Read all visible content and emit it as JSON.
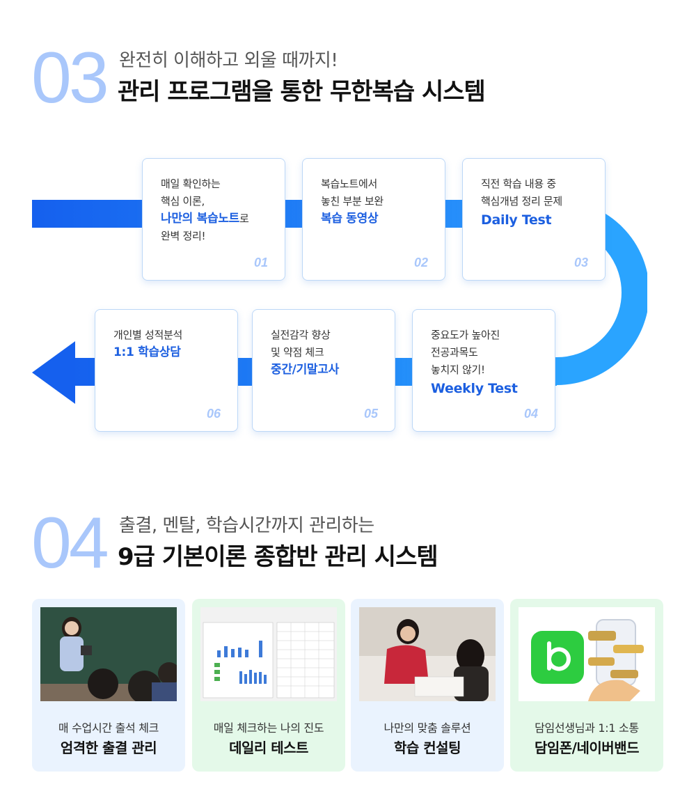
{
  "section03": {
    "number": "03",
    "subtitle": "완전히 이해하고 외울 때까지!",
    "title": "관리 프로그램을 통한 무한복습 시스템"
  },
  "steps": [
    {
      "num": "01",
      "lines": [
        "매일 확인하는",
        "핵심 이론,"
      ],
      "highlight": "나만의 복습노트",
      "highlight_suffix": "로",
      "after": "완벽 정리!"
    },
    {
      "num": "02",
      "lines": [
        "복습노트에서",
        "놓친 부분 보완"
      ],
      "highlight": "복습 동영상"
    },
    {
      "num": "03",
      "lines": [
        "직전 학습 내용 중",
        "핵심개념 정리 문제"
      ],
      "highlight": "Daily Test"
    },
    {
      "num": "04",
      "lines": [
        "중요도가 높아진",
        "전공과목도",
        "놓치지 않기!"
      ],
      "highlight": "Weekly Test"
    },
    {
      "num": "05",
      "lines": [
        "실전감각 향상",
        "및 약점 체크"
      ],
      "highlight": "중간/기말고사"
    },
    {
      "num": "06",
      "lines": [
        "개인별 성적분석"
      ],
      "highlight": "1:1 학습상담"
    }
  ],
  "section04": {
    "number": "04",
    "subtitle": "출결, 멘탈, 학습시간까지 관리하는",
    "title": "9급 기본이론 종합반 관리 시스템"
  },
  "features": [
    {
      "caption": "매 수업시간 출석 체크",
      "title": "엄격한 출결 관리"
    },
    {
      "caption": "매일 체크하는 나의 진도",
      "title": "데일리 테스트"
    },
    {
      "caption": "나만의 맞춤 솔루션",
      "title": "학습 컨설팅"
    },
    {
      "caption": "담임선생님과 1:1 소통",
      "title": "담임폰/네이버밴드"
    }
  ],
  "colors": {
    "accent": "#1c5fe0",
    "track_start": "#1666f0",
    "track_end": "#2aa4ff",
    "number": "#a9c7fb"
  }
}
